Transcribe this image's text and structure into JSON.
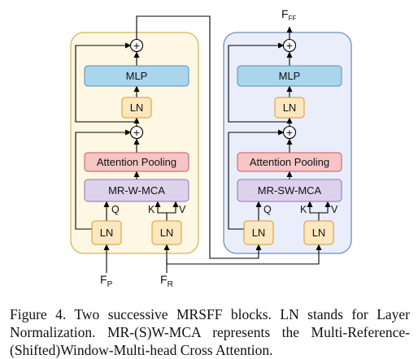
{
  "diagram": {
    "block1": {
      "mlp": "MLP",
      "ln_top": "LN",
      "attention_pooling": "Attention Pooling",
      "mca": "MR-W-MCA",
      "q": "Q",
      "k": "K",
      "v": "V",
      "ln_left": "LN",
      "ln_right": "LN"
    },
    "block2": {
      "mlp": "MLP",
      "ln_top": "LN",
      "attention_pooling": "Attention Pooling",
      "mca": "MR-SW-MCA",
      "q": "Q",
      "k": "K",
      "v": "V",
      "ln_left": "LN",
      "ln_right": "LN"
    },
    "inputs": {
      "fp_main": "F",
      "fp_sub": "P",
      "fr_main": "F",
      "fr_sub": "R"
    },
    "output": {
      "ff_main": "F",
      "ff_sub": "FF"
    },
    "plus_symbol": "+"
  },
  "caption": "Figure 4.  Two successive MRSFF blocks.  LN stands for Layer Normalization.  MR-(S)W-MCA represents the Multi-Reference-(Shifted)Window-Multi-head Cross Attention.",
  "colors": {
    "block1_fill": "#fdf7e3",
    "block1_border": "#d6b656",
    "block2_fill": "#e9eefa",
    "block2_border": "#6c8ebf",
    "mlp_fill": "#a9d6ec",
    "ln_fill": "#fde7bf",
    "attention_fill": "#f6c5c5",
    "mca_fill": "#ddd2ec"
  }
}
